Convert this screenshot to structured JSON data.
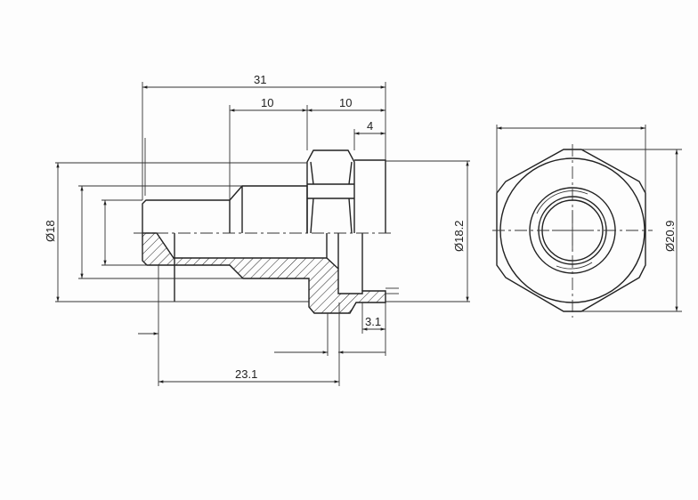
{
  "drawing": {
    "dimensions": {
      "overall_length": "31",
      "hex_length": "10",
      "neck_length": "10",
      "flange_length": "4",
      "diameter_left": "Ø18",
      "length_23": "23.1",
      "lip_length": "3.1",
      "diameter_flange": "Ø18.2",
      "diameter_hex": "Ø20.9"
    },
    "colors": {
      "line": "#222222",
      "background": "#ffffff"
    }
  }
}
